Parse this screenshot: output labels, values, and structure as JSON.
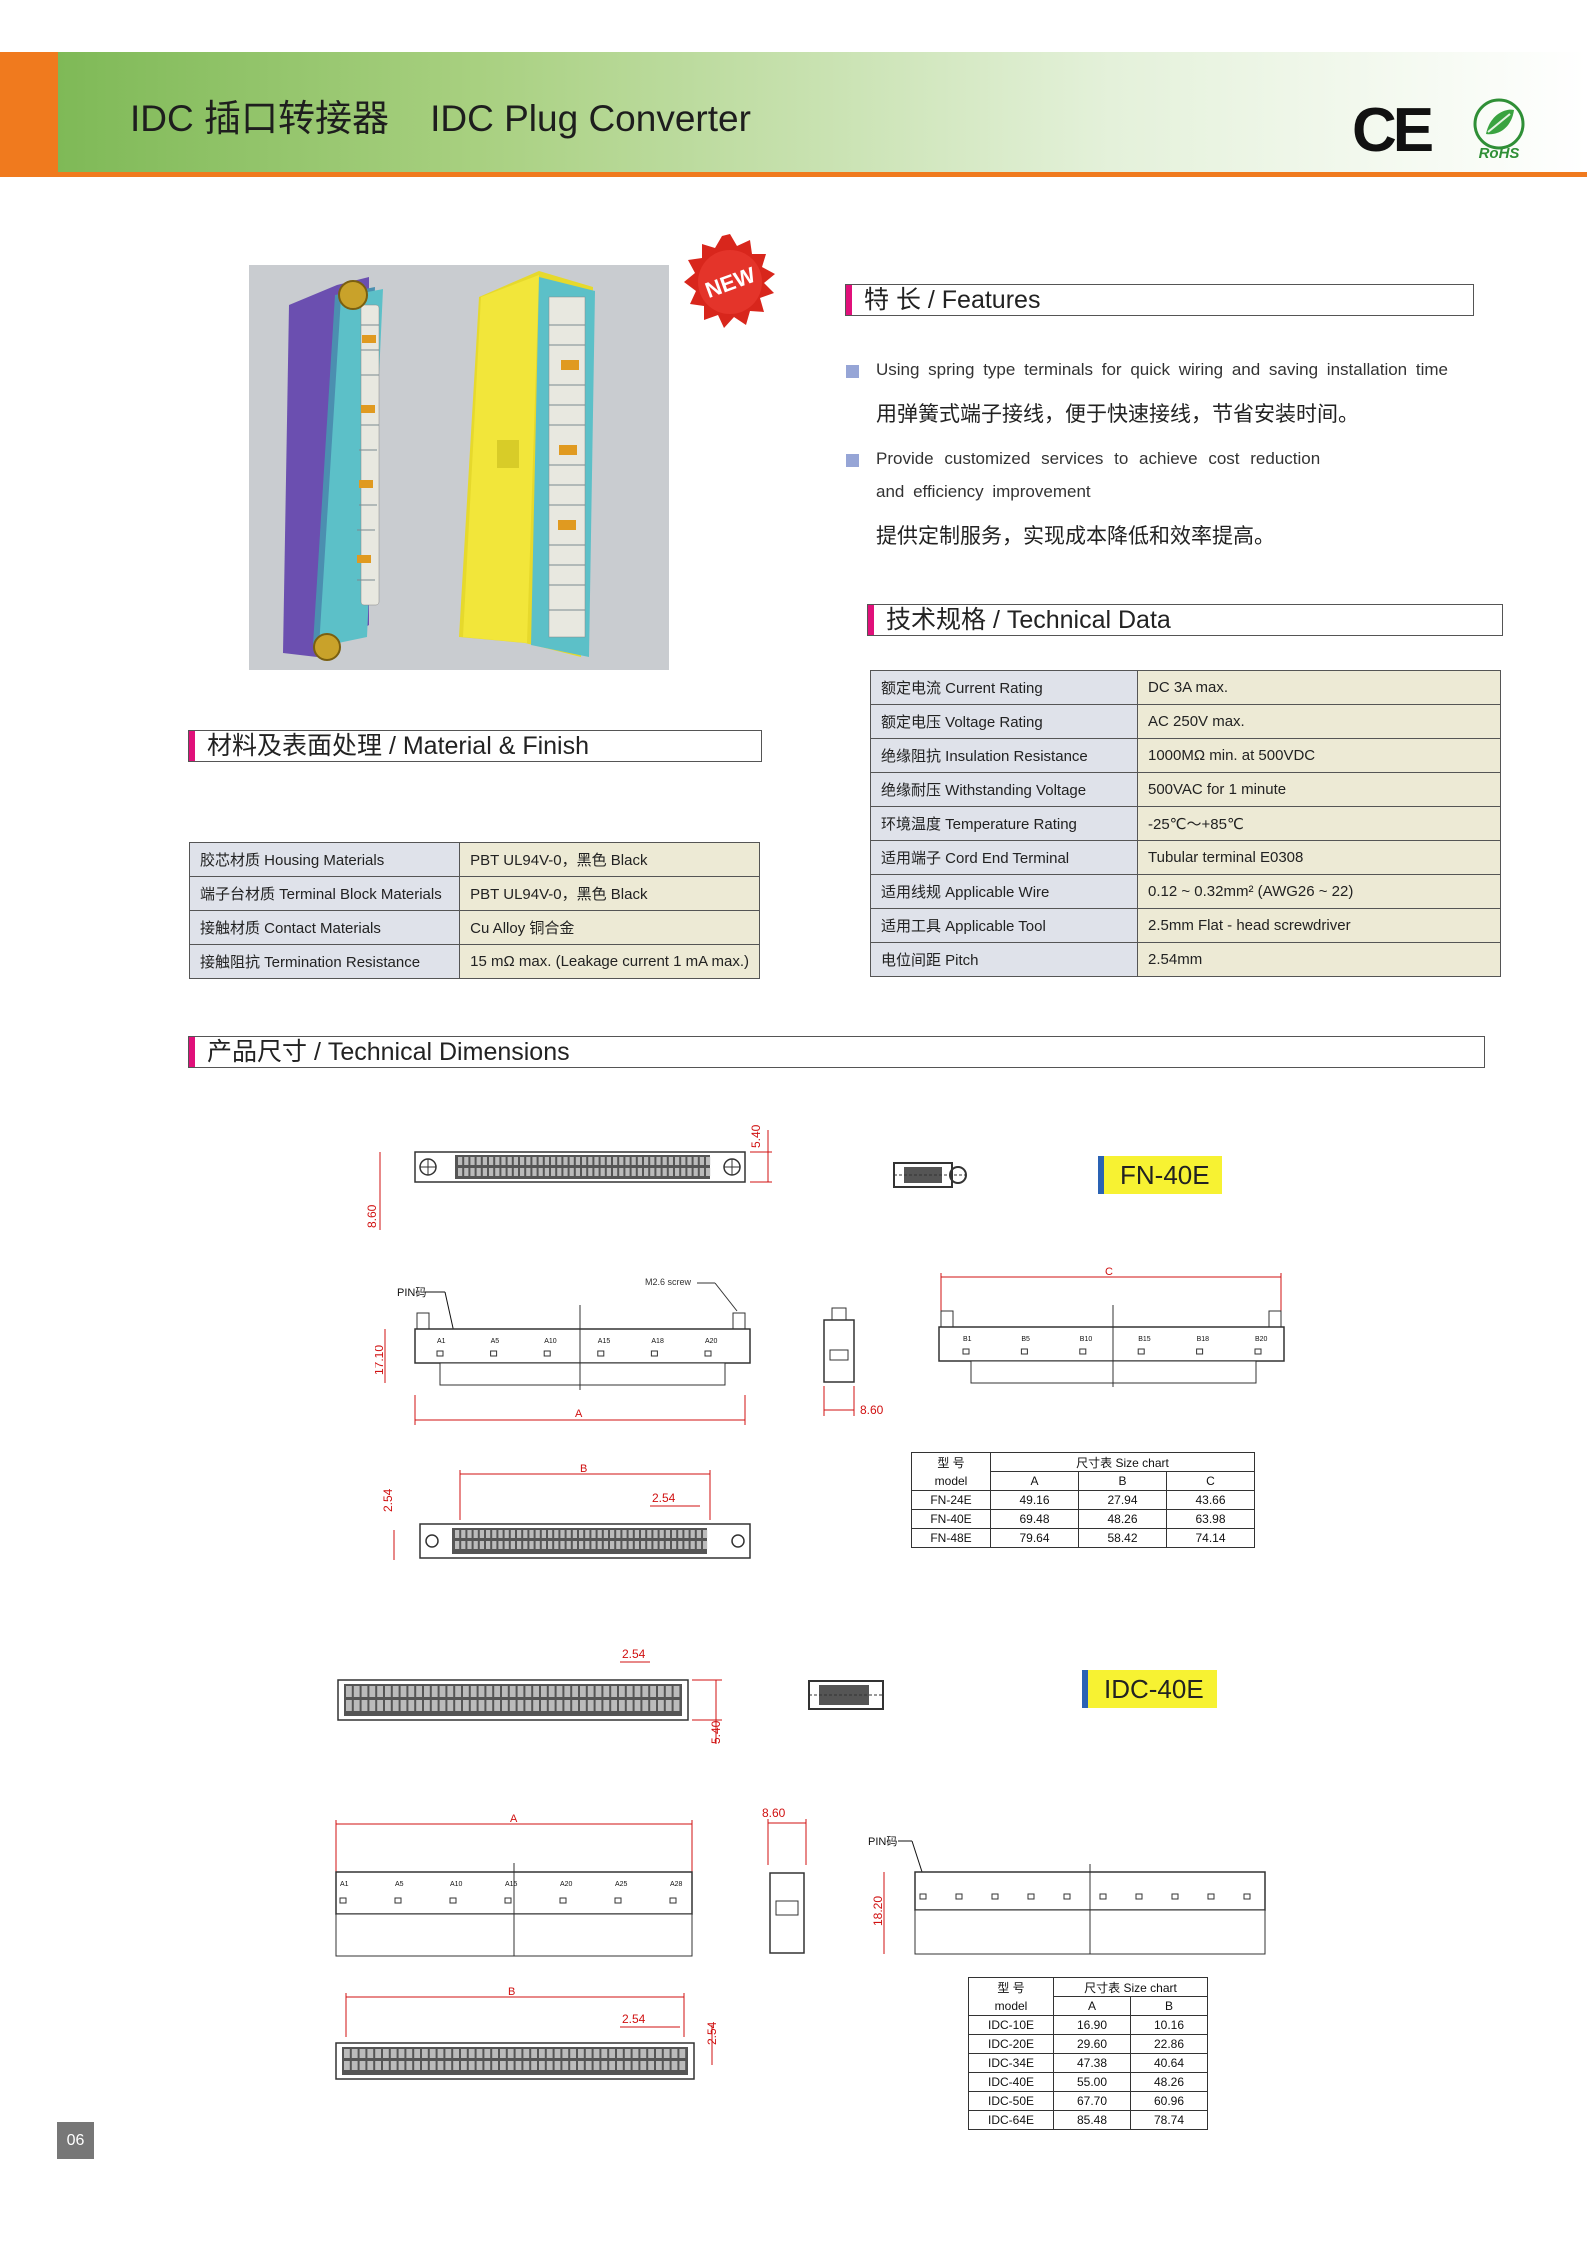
{
  "header": {
    "title": "IDC 插口转接器    IDC Plug Converter",
    "ce_mark": "CE",
    "rohs_label": "RoHS"
  },
  "badge": {
    "new_label": "NEW"
  },
  "features": {
    "heading": "特 长 / Features",
    "items": [
      {
        "en": "Using spring type terminals for quick wiring and saving installation time",
        "cn": "用弹簧式端子接线，便于快速接线，节省安装时间。"
      },
      {
        "en_line1": "Provide customized services to achieve cost reduction",
        "en_line2": "and efficiency improvement",
        "cn": "提供定制服务，实现成本降低和效率提高。"
      }
    ]
  },
  "tech_data": {
    "heading": "技术规格 /  Technical Data",
    "rows": [
      {
        "k": "额定电流 Current Rating",
        "v": "DC 3A max."
      },
      {
        "k": "额定电压 Voltage Rating",
        "v": "AC 250V max."
      },
      {
        "k": "绝缘阻抗 Insulation Resistance",
        "v": "1000MΩ min. at 500VDC"
      },
      {
        "k": "绝缘耐压 Withstanding Voltage",
        "v": "500VAC for 1 minute"
      },
      {
        "k": "环境温度 Temperature Rating",
        "v": "-25℃～+85℃"
      },
      {
        "k": "适用端子 Cord End Terminal",
        "v": "Tubular   terminal   E0308"
      },
      {
        "k": "适用线规 Applicable Wire",
        "v": "0.12 ~ 0.32mm² (AWG26 ~ 22)"
      },
      {
        "k": "适用工具 Applicable Tool",
        "v": "2.5mm Flat - head screwdriver"
      },
      {
        "k": "电位间距 Pitch",
        "v": "2.54mm"
      }
    ]
  },
  "material": {
    "heading": "材料及表面处理  / Material & Finish",
    "rows": [
      {
        "k": "胶芯材质 Housing Materials",
        "v": "PBT  UL94V-0，黑色  Black"
      },
      {
        "k": "端子台材质 Terminal Block Materials",
        "v": "PBT  UL94V-0，黑色  Black"
      },
      {
        "k": "接触材质 Contact Materials",
        "v": "Cu Alloy 铜合金"
      },
      {
        "k": "接触阻抗 Termination Resistance",
        "v": "15 mΩ max. (Leakage  current  1 mA max.)"
      }
    ]
  },
  "dimensions": {
    "heading": "产品尺寸 /  Technical Dimensions",
    "fn": {
      "model": "FN-40E",
      "dims": {
        "d540": "5.40",
        "d860": "8.60",
        "d1710": "17.10",
        "d254": "2.54",
        "a": "A",
        "b": "B",
        "c": "C",
        "pin": "PIN码",
        "screw": "M2.6 screw"
      },
      "pins": [
        "A1",
        "A5",
        "A10",
        "A15",
        "A18",
        "A20"
      ],
      "pins_c": [
        "B1",
        "B5",
        "B10",
        "B15",
        "B18",
        "B20"
      ],
      "size_chart": {
        "h_cn": "型 号",
        "h_model": "model",
        "h_chart": "尺寸表    Size chart",
        "cols": [
          "A",
          "B",
          "C"
        ],
        "rows": [
          [
            "FN-24E",
            "49.16",
            "27.94",
            "43.66"
          ],
          [
            "FN-40E",
            "69.48",
            "48.26",
            "63.98"
          ],
          [
            "FN-48E",
            "79.64",
            "58.42",
            "74.14"
          ]
        ]
      }
    },
    "idc": {
      "model": "IDC-40E",
      "dims": {
        "d254": "2.54",
        "d540": "5.40",
        "d860": "8.60",
        "d1820": "18.20",
        "a": "A",
        "b": "B",
        "pin": "PIN码"
      },
      "pins": [
        "A1",
        "A5",
        "A10",
        "A15",
        "A20",
        "A25",
        "A28"
      ],
      "size_chart": {
        "h_cn": "型 号",
        "h_model": "model",
        "h_chart": "尺寸表   Size chart",
        "cols": [
          "A",
          "B"
        ],
        "rows": [
          [
            "IDC-10E",
            "16.90",
            "10.16"
          ],
          [
            "IDC-20E",
            "29.60",
            "22.86"
          ],
          [
            "IDC-34E",
            "47.38",
            "40.64"
          ],
          [
            "IDC-40E",
            "55.00",
            "48.26"
          ],
          [
            "IDC-50E",
            "67.70",
            "60.96"
          ],
          [
            "IDC-64E",
            "85.48",
            "78.74"
          ]
        ]
      }
    }
  },
  "page_number": "06",
  "colors": {
    "accent_orange": "#f07a1e",
    "header_green": "#79b651",
    "section_bar": "#e0107a",
    "bullet": "#96a5d6",
    "model_tag": "#f7f232",
    "dim_red": "#d01010"
  }
}
